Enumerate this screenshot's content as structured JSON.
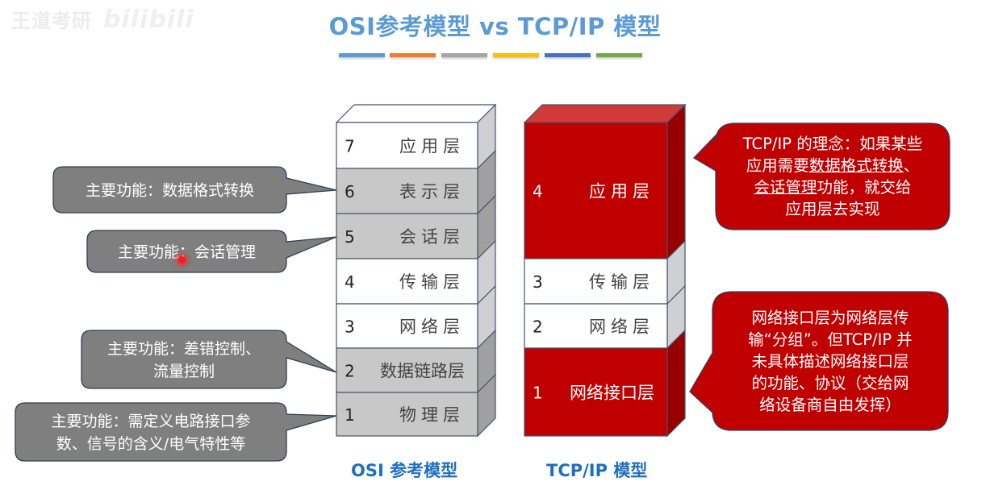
{
  "watermark": {
    "text": "王道考研",
    "logo": "bilibili"
  },
  "title": "OSI参考模型 vs TCP/IP 模型",
  "accent_bars": [
    "#5b9bd5",
    "#ed7d31",
    "#a5a5a5",
    "#ffc000",
    "#4472c4",
    "#70ad47"
  ],
  "osi": {
    "label": "OSI 参考模型",
    "layers": [
      {
        "num": "7",
        "name": "应用层",
        "highlight": false
      },
      {
        "num": "6",
        "name": "表示层",
        "highlight": true
      },
      {
        "num": "5",
        "name": "会话层",
        "highlight": true
      },
      {
        "num": "4",
        "name": "传输层",
        "highlight": false
      },
      {
        "num": "3",
        "name": "网络层",
        "highlight": false
      },
      {
        "num": "2",
        "name": "数据链路层",
        "highlight": true
      },
      {
        "num": "1",
        "name": "物理层",
        "highlight": true
      }
    ],
    "callouts": [
      {
        "target": "6",
        "lines": [
          "主要功能：数据格式转换"
        ]
      },
      {
        "target": "5",
        "lines": [
          "主要功能：会话管理"
        ]
      },
      {
        "target": "2",
        "lines": [
          "主要功能：差错控制、",
          "流量控制"
        ]
      },
      {
        "target": "1",
        "lines": [
          "主要功能：需定义电路接口参",
          "数、信号的含义/电气特性等"
        ]
      }
    ]
  },
  "tcpip": {
    "label": "TCP/IP 模型",
    "layers": [
      {
        "num": "4",
        "name": "应用层",
        "highlight": true
      },
      {
        "num": "3",
        "name": "传输层",
        "highlight": false
      },
      {
        "num": "2",
        "name": "网络层",
        "highlight": false
      },
      {
        "num": "1",
        "name": "网络接口层",
        "highlight": true
      }
    ],
    "callouts": {
      "application": {
        "line1": "TCP/IP 的理念：如果某些",
        "line2_pre": "应用需要",
        "line2_u": "数据格式转换",
        "line2_post": "、",
        "line3_u": "会话管理",
        "line3_post": "功能，就交给",
        "line4": "应用层去实现"
      },
      "network_interface": {
        "lines": [
          "网络接口层为网络层传",
          "输“分组”。但TCP/IP 并",
          "未具体描述网络接口层",
          "的功能、协议（交给网",
          "络设备商自由发挥）"
        ]
      }
    }
  },
  "colors": {
    "title": "#5b9bd5",
    "osi_gray": "#c8c8c8",
    "tcp_red": "#c00000",
    "callout_gray": "#7f7f7f",
    "label_blue": "#1f6fbf"
  }
}
